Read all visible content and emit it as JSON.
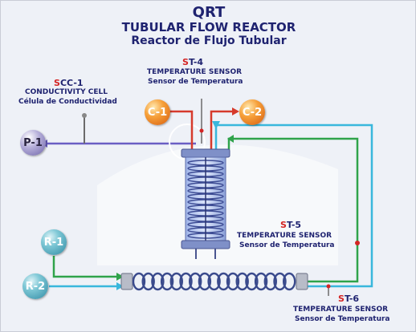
{
  "header": {
    "code": "QRT",
    "title_en": "TUBULAR FLOW REACTOR",
    "title_es": "Reactor de Flujo Tubular"
  },
  "components": {
    "scc1": {
      "tag_prefix": "S",
      "tag_rest": "CC-1",
      "name_en": "CONDUCTIVITY CELL",
      "name_es": "Célula de Conductividad"
    },
    "st4": {
      "tag_prefix": "S",
      "tag_rest": "T-4",
      "name_en": "TEMPERATURE SENSOR",
      "name_es": "Sensor de Temperatura"
    },
    "st5": {
      "tag_prefix": "S",
      "tag_rest": "T-5",
      "name_en": "TEMPERATURE SENSOR",
      "name_es": "Sensor de Temperatura"
    },
    "st6": {
      "tag_prefix": "S",
      "tag_rest": "T-6",
      "name_en": "TEMPERATURE SENSOR",
      "name_es": "Sensor de Temperatura"
    },
    "c1": "C-1",
    "c2": "C-2",
    "p1": "P-1",
    "r1": "R-1",
    "r2": "R-2"
  },
  "colors": {
    "title": "#1f2370",
    "tag_letter": "#d42424",
    "pump_line": "#6a5ec4",
    "hot_line": "#d63a2c",
    "green_line": "#2fa34a",
    "cyan_line": "#39b7dc",
    "coil": "#3a4a8c"
  }
}
